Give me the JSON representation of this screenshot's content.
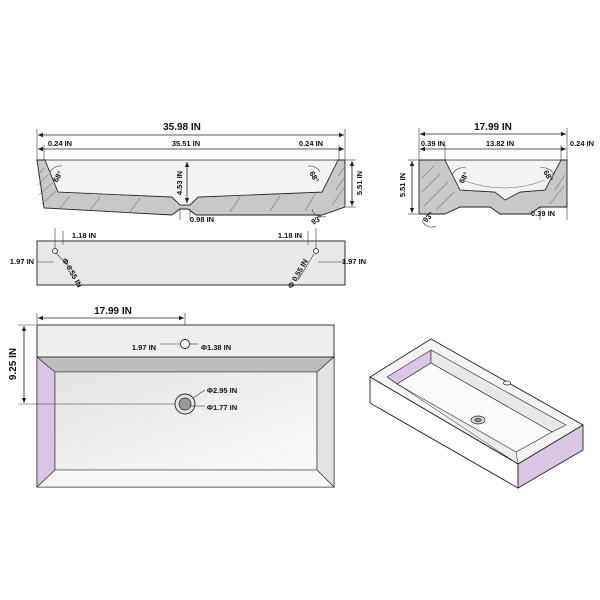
{
  "colors": {
    "line": "#222222",
    "section_fill": "#c8c8c8",
    "basin_fill": "#ebebeb",
    "panel_fill": "#e8e8e8",
    "lilac": "#d9c6e3"
  },
  "front_section": {
    "overall_width": "35.98 IN",
    "left_wall": "0.24 IN",
    "inner_width": "35.51 IN",
    "right_wall": "0.24 IN",
    "inner_depth": "4.53 IN",
    "overall_height": "5.51 IN",
    "drain_width": "0.98 IN",
    "angle_left": "68°",
    "angle_right": "68°",
    "angle_bottom": "93°"
  },
  "side_section": {
    "overall_width": "17.99 IN",
    "left_wall": "0.39 IN",
    "inner_width": "13.82 IN",
    "right_wall": "0.24 IN",
    "overall_height": "5.51 IN",
    "base_offset": "0.39 IN",
    "angle_left": "68°",
    "angle_right": "68°",
    "angle_bottom": "93°"
  },
  "back_view": {
    "left_top": "1.18 IN",
    "left_side": "1.97 IN",
    "left_hole": "Φ 0.55 IN",
    "right_top": "1.18 IN",
    "right_side": "1.97 IN",
    "right_hole": "Φ 0.55 IN"
  },
  "top_view": {
    "half_width": "17.99 IN",
    "depth": "9.25 IN",
    "faucet_offset": "1.97 IN",
    "faucet_hole": "Φ1.38 IN",
    "drain_outer": "Φ2.95 IN",
    "drain_inner": "Φ1.77 IN"
  }
}
